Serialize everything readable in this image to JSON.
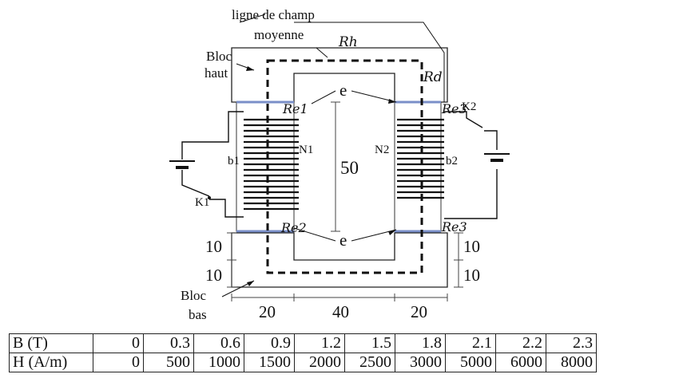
{
  "diagram": {
    "label_field_line": [
      "ligne de champ",
      "moyenne"
    ],
    "label_bloc_haut": [
      "Bloc",
      "haut"
    ],
    "label_bloc_bas": [
      "Bloc",
      "bas"
    ],
    "label_phi_h": "Rh",
    "label_phi_d": "Rd",
    "gap_labels": [
      "Re1",
      "Re2",
      "Re3",
      "Re3"
    ],
    "gap_e": "e",
    "coil_left": "b1",
    "coil_right": "b2",
    "turns_left": "N1",
    "turns_right": "N2",
    "switch_left": "K1",
    "switch_right": "K2",
    "dim_height": "50",
    "dim_left": [
      "10",
      "10"
    ],
    "dim_right": [
      "10",
      "10"
    ],
    "dim_bottom": [
      "20",
      "40",
      "20"
    ]
  },
  "table": {
    "headers": [
      "B (T)",
      "H (A/m)"
    ],
    "b_values": [
      "0",
      "0.3",
      "0.6",
      "0.9",
      "1.2",
      "1.5",
      "1.8",
      "2.1",
      "2.2",
      "2.3"
    ],
    "h_values": [
      "0",
      "500",
      "1000",
      "1500",
      "2000",
      "2500",
      "3000",
      "5000",
      "6000",
      "8000"
    ]
  }
}
